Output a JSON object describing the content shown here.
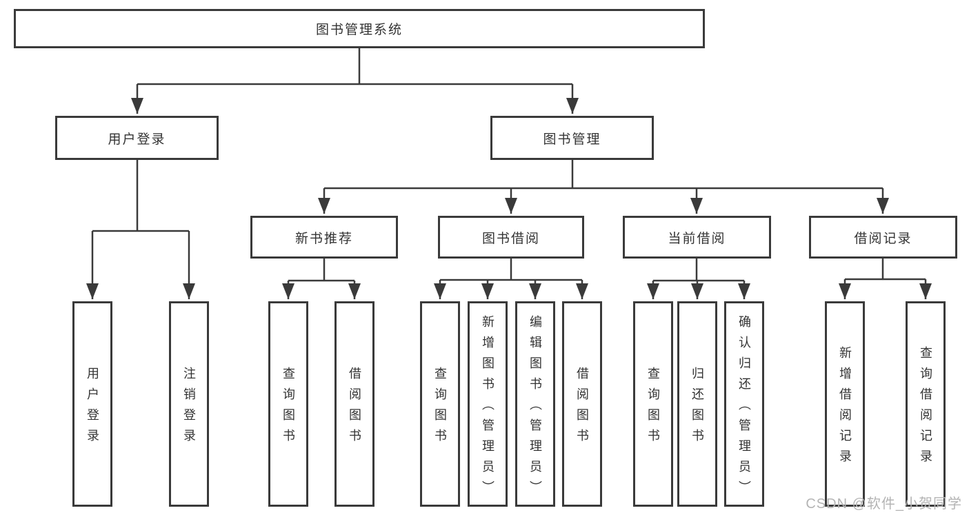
{
  "colors": {
    "line": "#3a3a3a",
    "text": "#333333",
    "box_fill": "#ffffff",
    "background": "#ffffff",
    "watermark": "#b4b4b4"
  },
  "watermark": {
    "text": "CSDN @软件_小贺同学"
  },
  "tree": {
    "label": "图书管理系统",
    "children": [
      {
        "label": "用户登录",
        "children": [
          {
            "label": "用户登录"
          },
          {
            "label": "注销登录"
          }
        ]
      },
      {
        "label": "图书管理",
        "children": [
          {
            "label": "新书推荐",
            "children": [
              {
                "label": "查询图书"
              },
              {
                "label": "借阅图书"
              }
            ]
          },
          {
            "label": "图书借阅",
            "children": [
              {
                "label": "查询图书"
              },
              {
                "label": "新增图书（管理员）"
              },
              {
                "label": "编辑图书（管理员）"
              },
              {
                "label": "借阅图书"
              }
            ]
          },
          {
            "label": "当前借阅",
            "children": [
              {
                "label": "查询图书"
              },
              {
                "label": "归还图书"
              },
              {
                "label": "确认归还（管理员）"
              }
            ]
          },
          {
            "label": "借阅记录",
            "children": [
              {
                "label": "新增借阅记录"
              },
              {
                "label": "查询借阅记录"
              }
            ]
          }
        ]
      }
    ]
  }
}
